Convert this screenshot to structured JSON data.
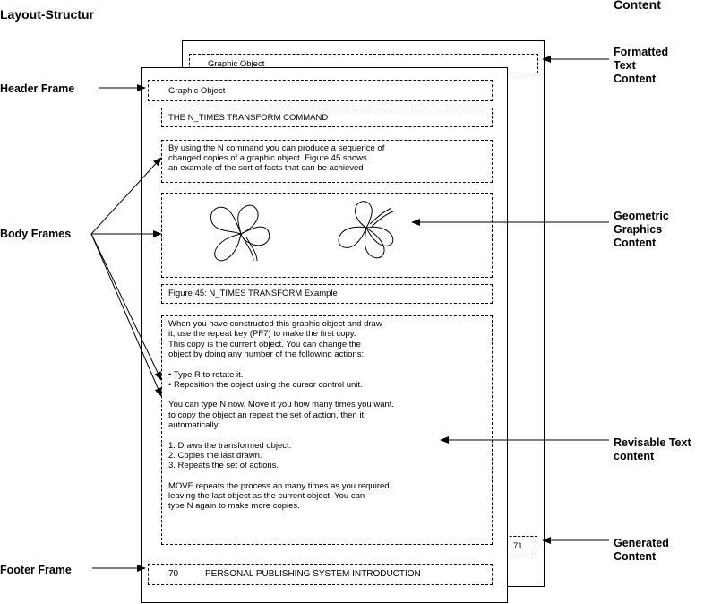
{
  "labels": {
    "layout_title": "Layout-Structur",
    "content_title": "Content",
    "header_frame": "Header Frame",
    "body_frames": "Body Frames",
    "footer_frame": "Footer Frame",
    "formatted_text": [
      "Formatted",
      "Text",
      "Content"
    ],
    "geometric": [
      "Geometric",
      "Graphics",
      "Content"
    ],
    "revisable": [
      "Revisable Text",
      "content"
    ],
    "generated": [
      "Generated",
      "Content"
    ]
  },
  "back_page": {
    "header": "Graphic Object",
    "page_number": "71"
  },
  "front_page": {
    "header": "Graphic Object",
    "title": "THE N_TIMES TRANSFORM COMMAND",
    "intro": [
      "By using the N command you can produce a sequence of",
      "changed copies of a graphic object. Figure 45 shows",
      "an example of the sort of facts that can be achieved"
    ],
    "caption": "Figure 45: N_TIMES TRANSFORM Example",
    "body_text": [
      "When you have constructed this graphic object and draw",
      "it, use the repeat key (PF7) to make the first copy.",
      "This copy is the current object. You can change the",
      "object by doing any number of the following actions:",
      "",
      "• Type R to rotate it.",
      "• Reposition the object using the cursor control unit.",
      "",
      "You can type N now. Move it you how many times you want.",
      "to copy the object an repeat the set of action, then it",
      "automatically:",
      "",
      "1. Draws the transformed object.",
      "2. Copies the last drawn.",
      "3. Repeats the set of actions.",
      "",
      "MOVE repeats the process an many times as you required",
      "leaving the last object as the current object. You can",
      "type N again to make more copies."
    ],
    "footer_number": "70",
    "footer_text": "PERSONAL PUBLISHING SYSTEM INTRODUCTION"
  }
}
